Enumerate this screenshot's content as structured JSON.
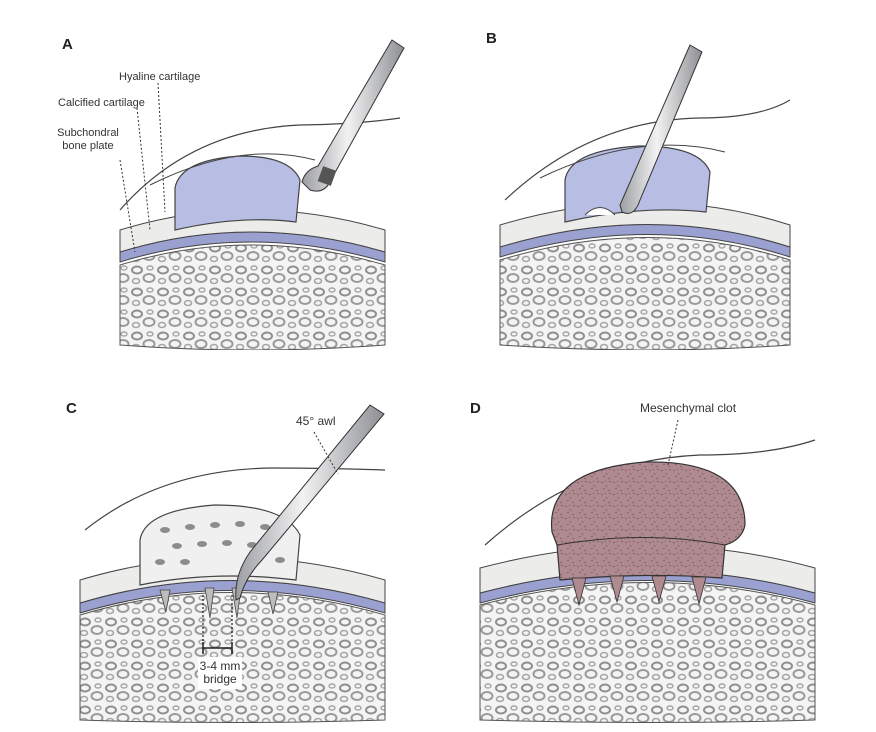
{
  "panels": {
    "a": {
      "letter": "A",
      "labels": {
        "hyaline": "Hyaline cartilage",
        "calcified": "Calcified cartilage",
        "subchondral_1": "Subchondral",
        "subchondral_2": "bone plate"
      }
    },
    "b": {
      "letter": "B"
    },
    "c": {
      "letter": "C",
      "labels": {
        "awl": "45° awl",
        "bridge_1": "3-4 mm",
        "bridge_2": "bridge"
      }
    },
    "d": {
      "letter": "D",
      "labels": {
        "clot": "Mesenchymal clot"
      }
    }
  },
  "colors": {
    "defect_fill": "#b8bde3",
    "clot_fill": "#b18b92",
    "bone_plate": "#9aa0d0",
    "cartilage": "#ececea",
    "bone_pattern": "#9a9a9a",
    "instrument": "#d9dadc",
    "line": "#333333"
  }
}
